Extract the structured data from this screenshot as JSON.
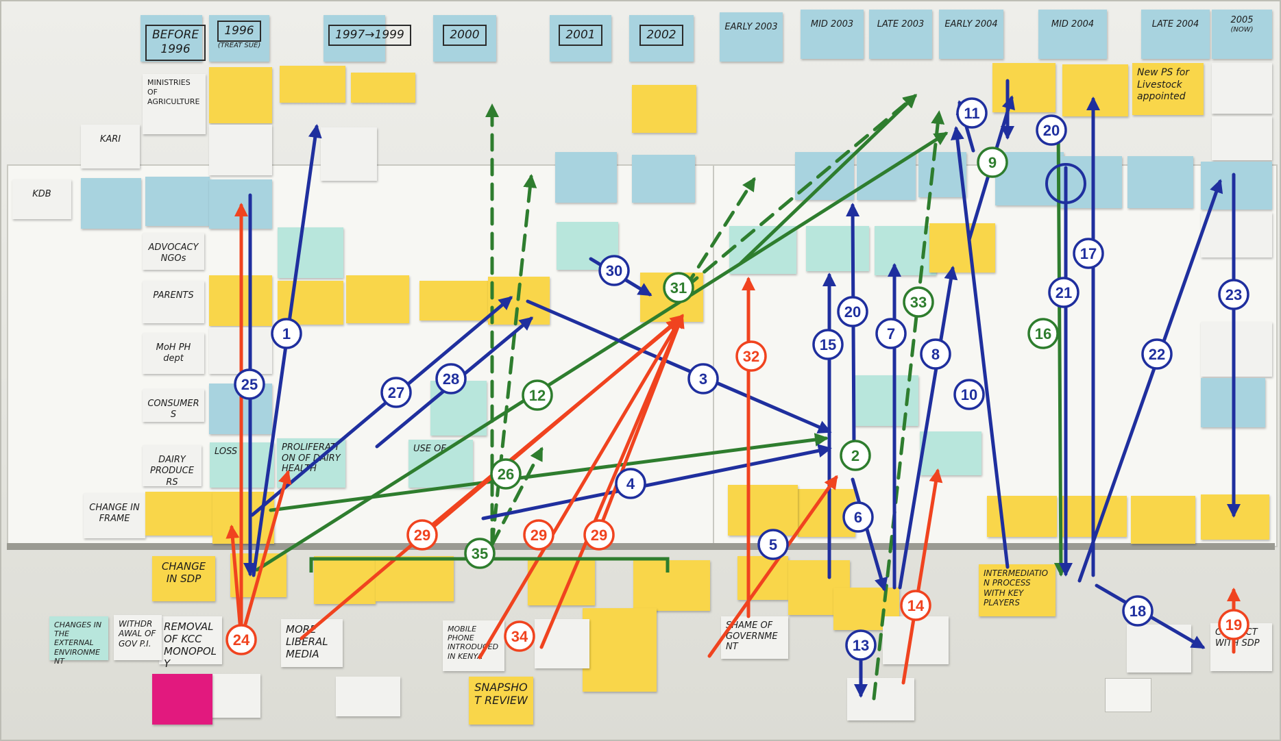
{
  "period_headers": [
    "BEFORE 1996",
    "1996",
    "1997→1999",
    "2000",
    "2001",
    "2002",
    "EARLY 2003",
    "MID 2003",
    "LATE 2003",
    "EARLY 2004",
    "MID 2004",
    "LATE 2004",
    "2005"
  ],
  "period_subheaders": {
    "h1996": "(TREAT SUE)",
    "h2005": "(NOW)"
  },
  "row_labels": [
    "KDB",
    "KARI",
    "MINISTRIES OF AGRICULTURE",
    "ADVOCACY NGOs",
    "PARENTS",
    "MoH PH dept",
    "CONSUMERS",
    "DAIRY PRODUCERS",
    "CHANGE IN FRAME"
  ],
  "notes": {
    "new_ps": "New PS for Livestock appointed",
    "intermediation": "INTERMEDIATION PROCESS WITH KEY PLAYERS",
    "changes_env": "CHANGES IN THE EXTERNAL ENVIRONMENT",
    "removal": "REMOVAL OF KCC MONOPOLY",
    "snapshot": "SNAPSHOT REVIEW",
    "change_sdp": "CHANGE IN SDP",
    "shame": "SHAME OF GOVERNMENT",
    "media": "MORE LIBERAL MEDIA",
    "mobile": "MOBILE PHONE INTRODUCED IN KENYA",
    "contact_sdp": "CONTACT WITH SDP",
    "proliferation": "PROLIFERATION OF DAIRY HEALTH",
    "use_of": "USE OF",
    "loss": "LOSS",
    "withdraw": "WITHDRAWAL OF GOV P.I."
  },
  "arrow_numbers": {
    "blue": [
      "1",
      "3",
      "4",
      "5",
      "6",
      "7",
      "8",
      "10",
      "11",
      "13",
      "15",
      "17",
      "18",
      "20",
      "21",
      "22",
      "23",
      "25",
      "27",
      "28",
      "30"
    ],
    "green": [
      "2",
      "9",
      "12",
      "16",
      "26",
      "31",
      "33",
      "35"
    ],
    "red": [
      "14",
      "19",
      "24",
      "29",
      "32",
      "34"
    ]
  },
  "colors": {
    "blue_arrow": "#1f2f9e",
    "green_arrow": "#2e7d2e",
    "red_arrow": "#f0431f",
    "yellow_note": "#f9d64a",
    "blue_note": "#a8d3df"
  }
}
